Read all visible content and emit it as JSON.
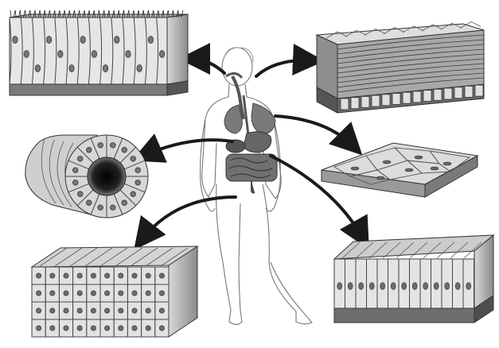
{
  "figure": {
    "background": "#ffffff",
    "ink": "#1a1a1a",
    "organ_fill": "#6e6e6e",
    "tissue_light": "#e2e2e2",
    "tissue_mid": "#b9b9b9",
    "tissue_dark": "#5a5a5a"
  },
  "tissues": [
    {
      "id": "pseudostratified-ciliated-columnar",
      "icon": "ciliated-tissue-block"
    },
    {
      "id": "stratified-squamous",
      "icon": "stratified-tissue-block"
    },
    {
      "id": "simple-cuboidal-tubule",
      "icon": "tubule-cross-section"
    },
    {
      "id": "simple-squamous",
      "icon": "flat-cell-sheet"
    },
    {
      "id": "stratified-cuboidal",
      "icon": "cuboidal-tissue-block"
    },
    {
      "id": "simple-columnar",
      "icon": "columnar-tissue-block"
    }
  ],
  "body": {
    "icon": "human-body-outline",
    "organs": [
      "airway",
      "lungs",
      "stomach",
      "intestines"
    ]
  }
}
